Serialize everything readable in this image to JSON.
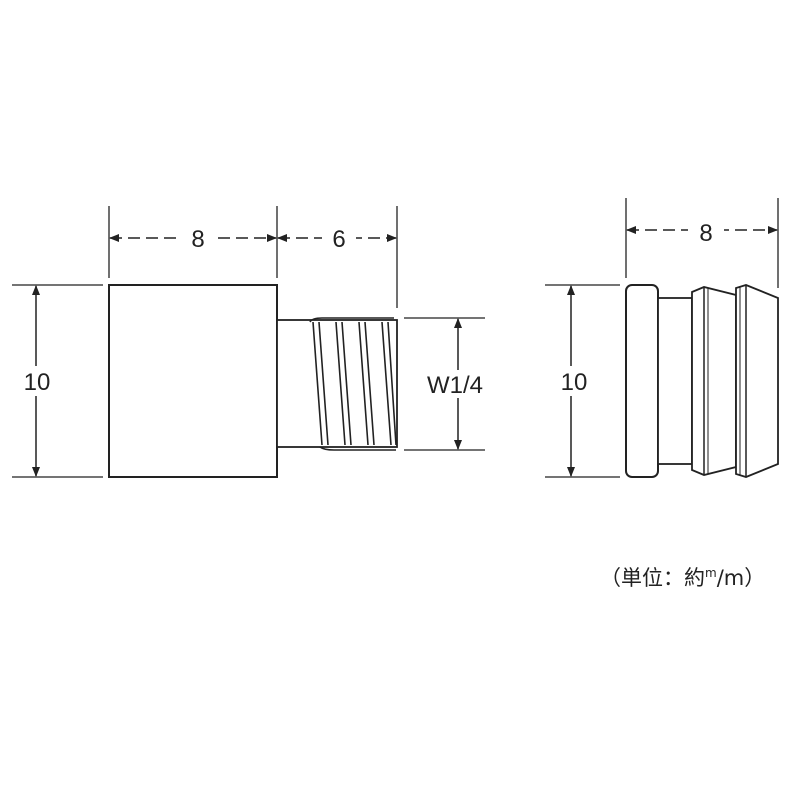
{
  "front_view": {
    "head_width": "8",
    "thread_length": "6",
    "height": "10",
    "thread_spec": "W1/4"
  },
  "side_view": {
    "width": "8",
    "height": "10"
  },
  "unit_note": {
    "prefix": "（単位：約",
    "unit_top": "m",
    "slash": "/",
    "unit_bottom": "m",
    "suffix": "）"
  },
  "colors": {
    "line": "#222222",
    "part_fill": "#ffffff"
  }
}
